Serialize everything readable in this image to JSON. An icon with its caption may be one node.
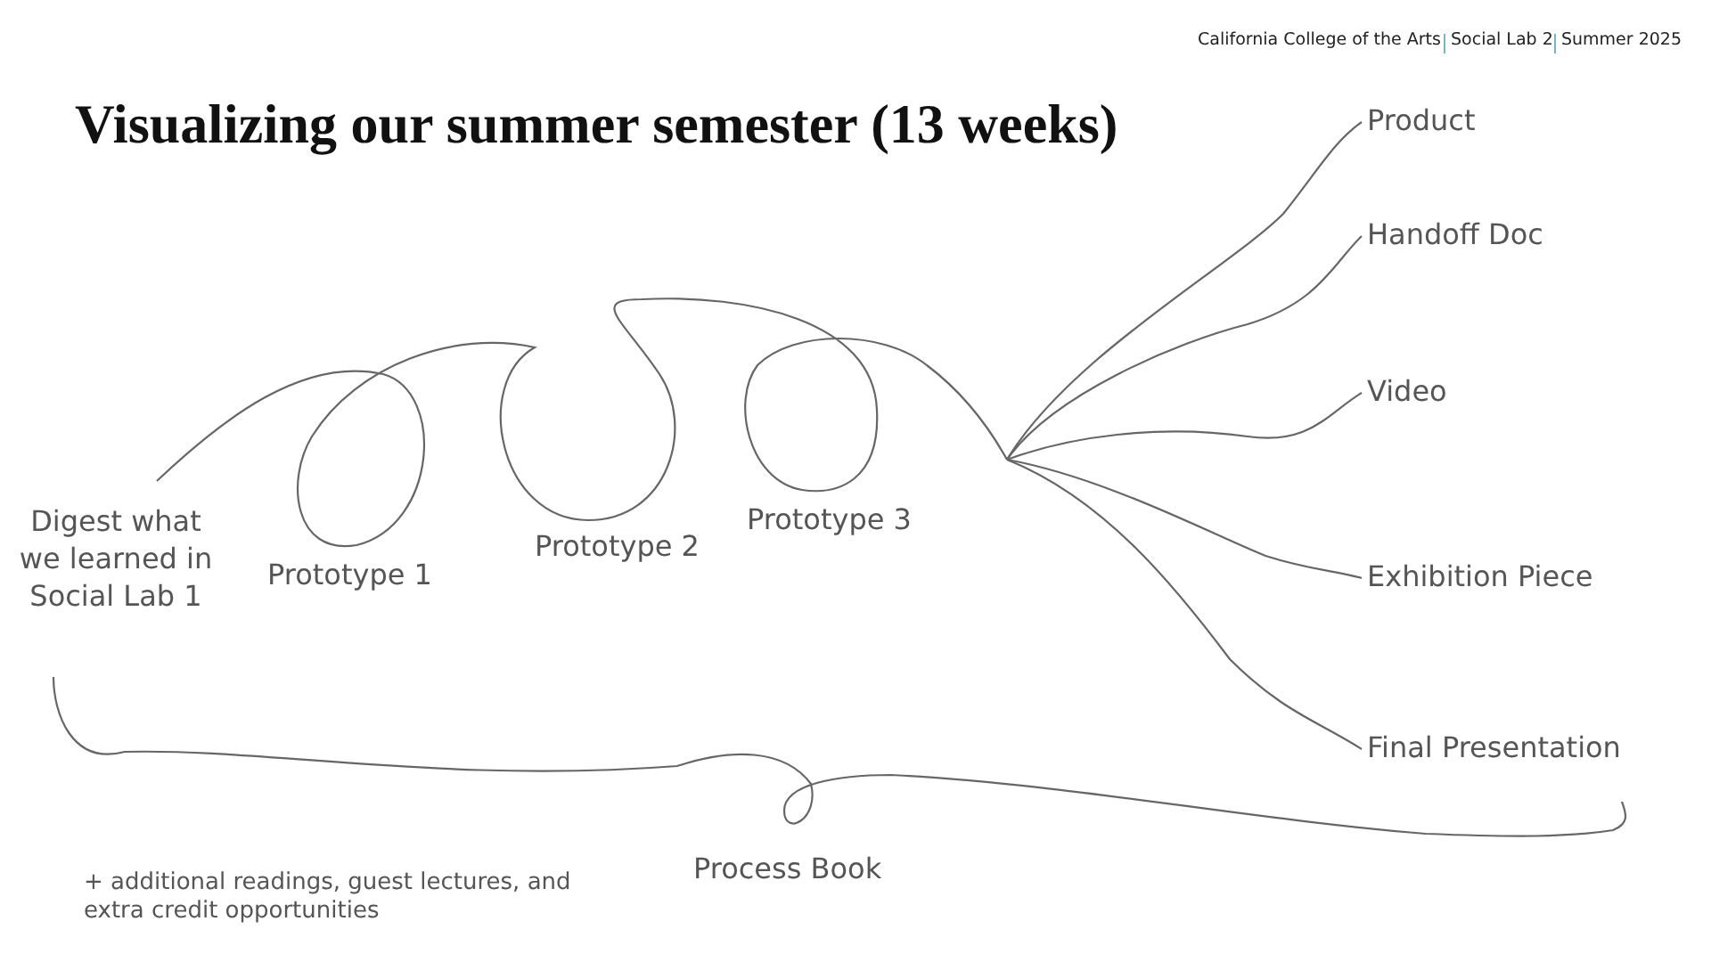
{
  "diagram": {
    "title": "Visualizing our summer semester (13 weeks)",
    "nodes": [
      {
        "text": [
          "Digest what we learned in Social Lab 1"
        ]
      },
      {
        "text": [
          "Product"
        ]
      },
      {
        "text": [
          "Handoff Doc"
        ]
      },
      {
        "text": [
          "Video"
        ]
      },
      {
        "text": [
          "Exhibition Piece"
        ]
      },
      {
        "text": [
          "Final Presentation"
        ]
      }
    ],
    "edges": [
      {
        "from": 0,
        "to": 1,
        "arrow": "none"
      },
      {
        "from": 0,
        "to": 2,
        "arrow": "none"
      },
      {
        "from": 0,
        "to": 3,
        "arrow": "none"
      },
      {
        "from": 0,
        "to": 4,
        "arrow": "none"
      },
      {
        "from": 0,
        "to": 5,
        "arrow": "none"
      }
    ],
    "labels": [
      "California College of the Arts",
      "Social Lab 2",
      "Summer 2025",
      "Prototype 1",
      "Prototype 2",
      "Prototype 3",
      "Process Book",
      "+ additional readings, guest lectures, and extra credit opportunities"
    ]
  }
}
